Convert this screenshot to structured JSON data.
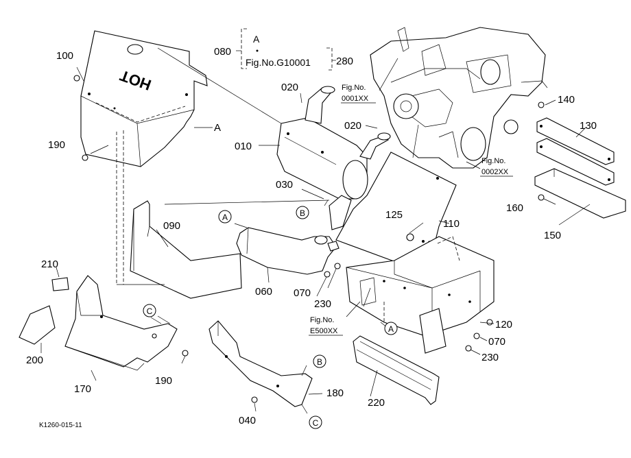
{
  "hot_text": "HOT",
  "figure_code": "K1260-015-11",
  "fig_ref": {
    "ref_a": "A",
    "label": "Fig.No.G10001",
    "left_no": "080",
    "right_no": "280"
  },
  "ref_boxes": [
    {
      "line1": "Fig.No.",
      "line2": "0001XX"
    },
    {
      "line1": "Fig.No.",
      "line2": "0002XX"
    },
    {
      "line1": "Fig.No.",
      "line2": "E500XX"
    }
  ],
  "part_numbers": {
    "p010": "010",
    "p020a": "020",
    "p020b": "020",
    "p030": "030",
    "p040": "040",
    "p060": "060",
    "p070a": "070",
    "p070b": "070",
    "p090": "090",
    "p100": "100",
    "p110": "110",
    "p120": "120",
    "p125": "125",
    "p130": "130",
    "p140": "140",
    "p150": "150",
    "p160": "160",
    "p170": "170",
    "p180": "180",
    "p190a": "190",
    "p190b": "190",
    "p200": "200",
    "p210": "210",
    "p220": "220",
    "p230a": "230",
    "p230b": "230"
  },
  "callouts": {
    "a_cover": "A",
    "a_left": "A",
    "a_frame": "A",
    "b_pipe": "B",
    "b_bracket": "B",
    "c_guard": "C",
    "c_bracket": "C"
  }
}
